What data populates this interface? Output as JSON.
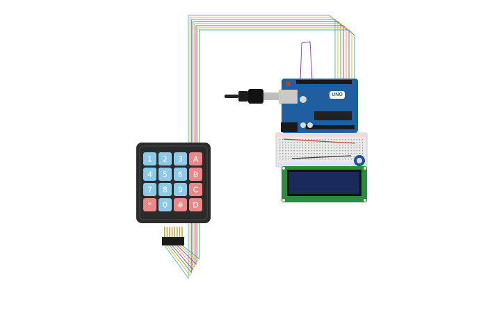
{
  "keypad": {
    "keys": [
      {
        "label": "1",
        "color": "#8ecae6"
      },
      {
        "label": "2",
        "color": "#8ecae6"
      },
      {
        "label": "3",
        "color": "#8ecae6"
      },
      {
        "label": "A",
        "color": "#e88a8a"
      },
      {
        "label": "4",
        "color": "#8ecae6"
      },
      {
        "label": "5",
        "color": "#8ecae6"
      },
      {
        "label": "6",
        "color": "#8ecae6"
      },
      {
        "label": "B",
        "color": "#e88a8a"
      },
      {
        "label": "7",
        "color": "#8ecae6"
      },
      {
        "label": "8",
        "color": "#8ecae6"
      },
      {
        "label": "9",
        "color": "#8ecae6"
      },
      {
        "label": "C",
        "color": "#e88a8a"
      },
      {
        "label": "*",
        "color": "#e88a8a"
      },
      {
        "label": "0",
        "color": "#8ecae6"
      },
      {
        "label": "#",
        "color": "#e88a8a"
      },
      {
        "label": "D",
        "color": "#e88a8a"
      }
    ],
    "body_color": "#2b2b2b"
  },
  "arduino": {
    "board_label": "UNO",
    "board_color": "#1f5f9f"
  },
  "lcd": {
    "pcb_color": "#2e8b3e",
    "screen_color": "#1a2a5a"
  },
  "wire_colors": [
    "#5bb8c9",
    "#e6c229",
    "#6aa84f",
    "#a64ca6",
    "#f2a33a",
    "#9b59b6",
    "#d4c03a",
    "#4aa3d8"
  ]
}
